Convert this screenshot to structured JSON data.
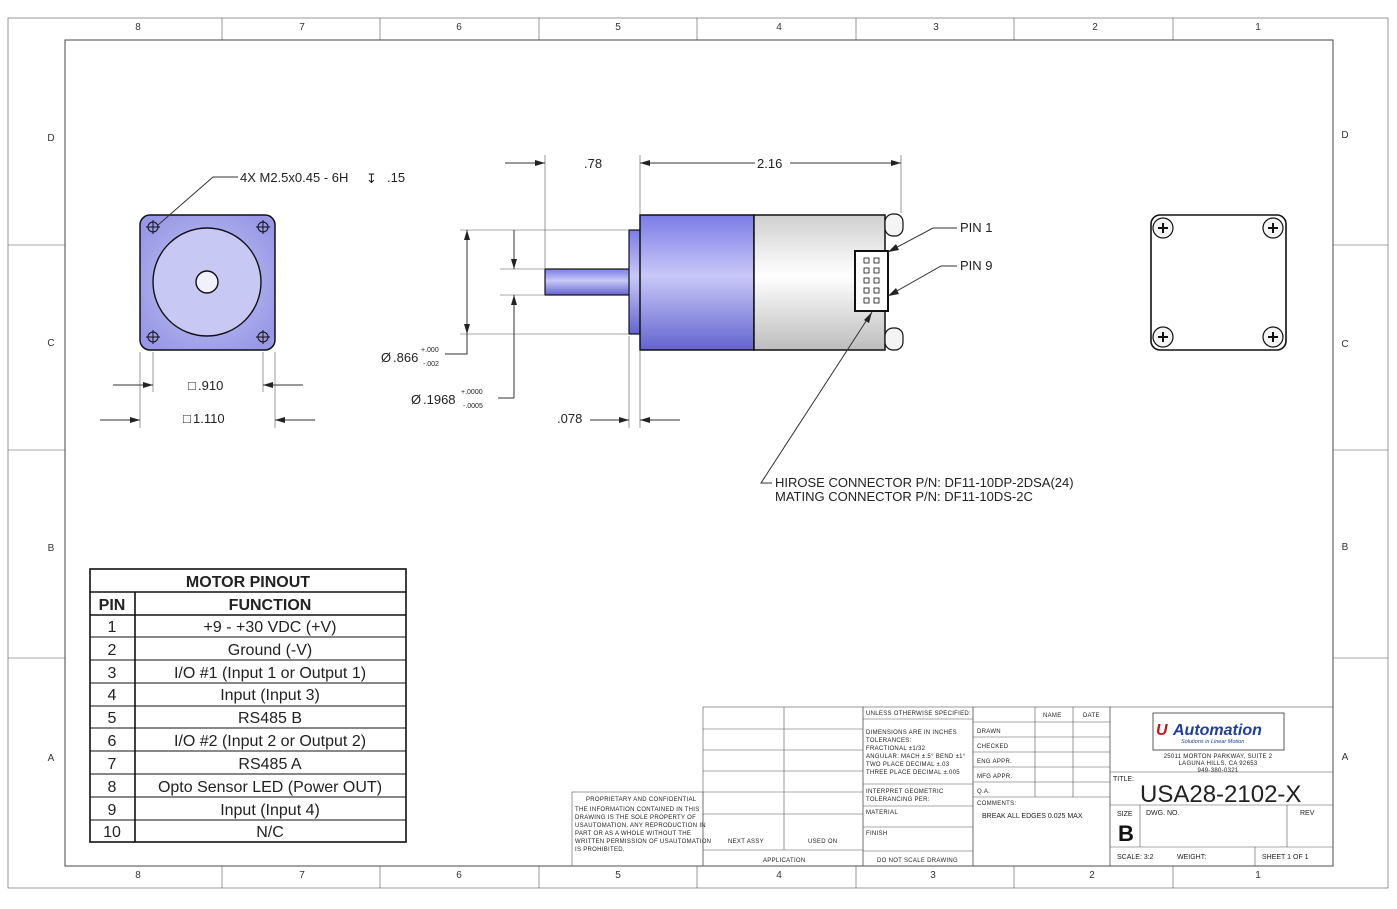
{
  "zones": {
    "columns": [
      "8",
      "7",
      "6",
      "5",
      "4",
      "3",
      "2",
      "1"
    ],
    "rows": [
      "D",
      "C",
      "B",
      "A"
    ]
  },
  "front_view": {
    "thread_callout": "4X M2.5x0.45 - 6H",
    "depth_symbol": "↧",
    "thread_depth": ".15",
    "pilot_box_symbol": "□",
    "pilot_width": ".910",
    "body_box_symbol": "□",
    "body_width": "1.110"
  },
  "side_view": {
    "shaft_length": ".78",
    "body_length": "2.16",
    "flange_thickness": ".078",
    "diameter_symbol": "Ø",
    "pilot_diameter": ".866",
    "pilot_tol_upper": "+.000",
    "pilot_tol_lower": "-.002",
    "shaft_diameter": ".1968",
    "shaft_tol_upper": "+.0000",
    "shaft_tol_lower": "-.0005",
    "pin1_label": "PIN 1",
    "pin9_label": "PIN 9",
    "connector_line1": "HIROSE CONNECTOR P/N: DF11-10DP-2DSA(24)",
    "connector_line2": "MATING CONNECTOR P/N: DF11-10DS-2C"
  },
  "pinout_table": {
    "title": "MOTOR PINOUT",
    "header_pin": "PIN",
    "header_function": "FUNCTION",
    "rows": [
      {
        "pin": "1",
        "function": "+9 - +30 VDC (+V)"
      },
      {
        "pin": "2",
        "function": "Ground (-V)"
      },
      {
        "pin": "3",
        "function": "I/O #1 (Input 1 or Output 1)"
      },
      {
        "pin": "4",
        "function": "Input (Input 3)"
      },
      {
        "pin": "5",
        "function": "RS485 B"
      },
      {
        "pin": "6",
        "function": "I/O #2 (Input 2 or Output 2)"
      },
      {
        "pin": "7",
        "function": "RS485 A"
      },
      {
        "pin": "8",
        "function": "Opto Sensor LED (Power OUT)"
      },
      {
        "pin": "9",
        "function": "Input (Input 4)"
      },
      {
        "pin": "10",
        "function": "N/C"
      }
    ]
  },
  "title_block": {
    "proprietary_title": "PROPRIETARY AND CONFIDENTIAL",
    "proprietary_text": [
      "THE INFORMATION CONTAINED IN THIS",
      "DRAWING IS THE SOLE PROPERTY OF",
      "USAUTOMATION. ANY REPRODUCTION IN",
      "PART OR AS A WHOLE WITHOUT THE",
      "WRITTEN PERMISSION OF USAUTOMATION",
      "IS PROHIBITED."
    ],
    "next_assy": "NEXT ASSY",
    "used_on": "USED ON",
    "application": "APPLICATION",
    "unless_specified": "UNLESS OTHERWISE SPECIFIED:",
    "tolerance_text": [
      "DIMENSIONS ARE IN INCHES",
      "TOLERANCES:",
      "FRACTIONAL ±1/32",
      "ANGULAR: MACH ±.5° BEND ±1°",
      "TWO PLACE DECIMAL ±.03",
      "THREE PLACE DECIMAL ±.005"
    ],
    "interpret": [
      "INTERPRET GEOMETRIC",
      "TOLERANCING PER:"
    ],
    "material": "MATERIAL",
    "finish": "FINISH",
    "do_not_scale": "DO NOT SCALE DRAWING",
    "col_name": "NAME",
    "col_date": "DATE",
    "sign_rows": [
      "DRAWN",
      "CHECKED",
      "ENG APPR.",
      "MFG APPR.",
      "Q.A."
    ],
    "comments_label": "COMMENTS:",
    "comments_text": "BREAK ALL EDGES 0.025 MAX",
    "logo_prefix": "U",
    "logo_text": "Automation",
    "logo_tagline": "Solutions in Linear Motion",
    "address": [
      "25011 MORTON PARKWAY, SUITE 2",
      "LAGUNA HILLS, CA 92653",
      "949-380-0321"
    ],
    "title_label": "TITLE:",
    "title": "USA28-2102-X",
    "size_label": "SIZE",
    "size": "B",
    "dwg_label": "DWG.  NO.",
    "rev_label": "REV",
    "scale": "SCALE: 3:2",
    "weight": "WEIGHT:",
    "sheet": "SHEET 1 OF 1"
  },
  "colors": {
    "motor_body": "#9a9aee",
    "motor_dark": "#6a6ad8",
    "logo_blue": "#1f3fa0",
    "logo_red": "#cc1111"
  }
}
